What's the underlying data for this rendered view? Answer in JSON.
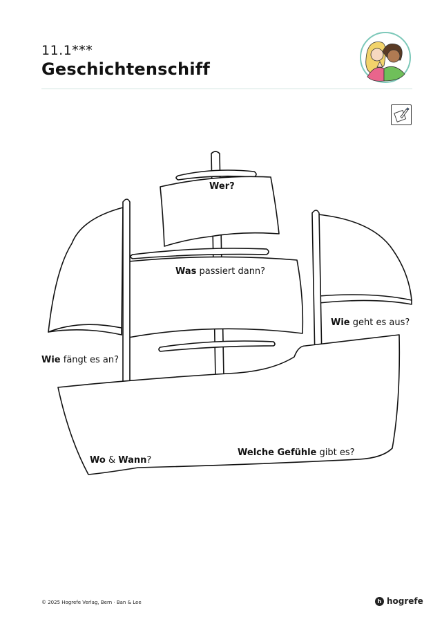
{
  "header": {
    "number": "11.1***",
    "title": "Geschichtenschiff"
  },
  "labels": {
    "wer": "Wer?",
    "was_bold": "Was",
    "was_rest": " passiert dann?",
    "wie_an_bold": "Wie",
    "wie_an_rest": " fängt es an?",
    "wie_aus_bold": "Wie",
    "wie_aus_rest": " geht es aus?",
    "wo_bold": "Wo",
    "wo_amp": " & ",
    "wann_bold": "Wann",
    "wann_q": "?",
    "gefuehle_bold": "Welche Gefühle",
    "gefuehle_rest": " gibt es?"
  },
  "footer": {
    "copyright": "© 2025 Hogrefe Verlag, Bern · Ban & Lee",
    "logo_text": "hogrefe",
    "logo_mark": "h"
  },
  "icons": {
    "avatar": "children-avatar-icon",
    "pencil": "pencil-icon"
  },
  "colors": {
    "rule": "#cfe3df",
    "avatar_ring": "#7cc8b9"
  }
}
